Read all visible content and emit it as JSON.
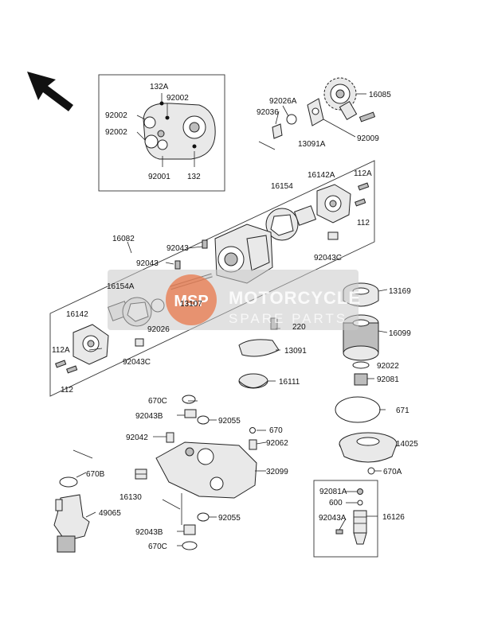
{
  "watermark": {
    "line1": "MOTORCYCLE",
    "line2": "SPARE PARTS",
    "badge": "MSP",
    "color": "#c8c8c8",
    "badge_color": "#e8774a"
  },
  "labels": {
    "p132A": "132A",
    "p92002a": "92002",
    "p92002b": "92002",
    "p92002c": "92002",
    "p92001": "92001",
    "p132": "132",
    "p92026A": "92026A",
    "p92036": "92036",
    "p16085": "16085",
    "p13091A": "13091A",
    "p92009": "92009",
    "p16142A": "16142A",
    "p112A_top": "112A",
    "p16154": "16154",
    "p112_top": "112",
    "p92043C_top": "92043C",
    "p16082": "16082",
    "p92043a": "92043",
    "p92043b": "92043",
    "p13107": "13107",
    "p13169": "13169",
    "p16154A": "16154A",
    "p16142": "16142",
    "p92026": "92026",
    "p220": "220",
    "p112A_low": "112A",
    "p13091": "13091",
    "p16099": "16099",
    "p92043C_low": "92043C",
    "p112_low": "112",
    "p92022": "92022",
    "p16111": "16111",
    "p92081": "92081",
    "p670C_top": "670C",
    "p92043B_top": "92043B",
    "p92055_top": "92055",
    "p670": "670",
    "p671": "671",
    "p92042": "92042",
    "p92062": "92062",
    "p14025": "14025",
    "p670B": "670B",
    "p32099": "32099",
    "p670A": "670A",
    "p16130": "16130",
    "p92081A": "92081A",
    "p600": "600",
    "p49065": "49065",
    "p92055_low": "92055",
    "p92043A": "92043A",
    "p16126": "16126",
    "p92043B_low": "92043B",
    "p670C_low": "670C"
  },
  "icons": {
    "orientation": "direction-arrow-icon"
  }
}
